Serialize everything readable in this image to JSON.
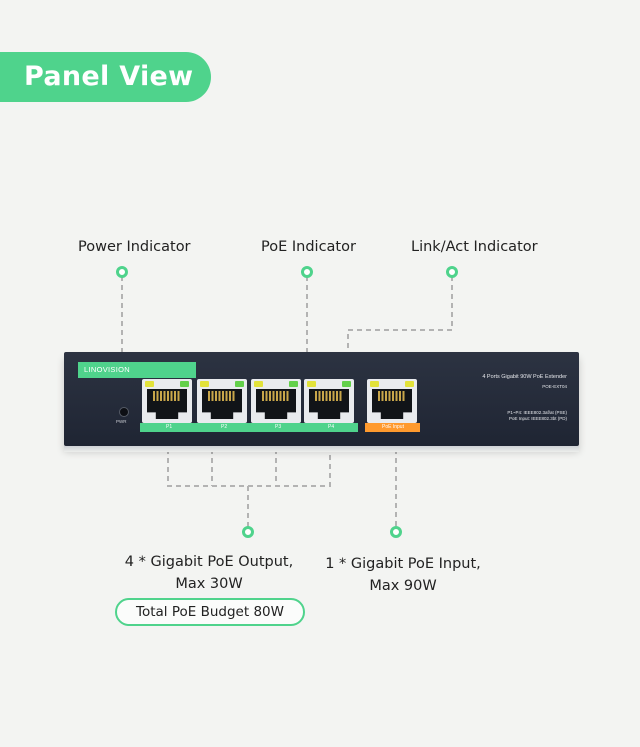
{
  "banner": {
    "title": "Panel View"
  },
  "labels": {
    "power_indicator": "Power Indicator",
    "poe_indicator": "PoE Indicator",
    "link_indicator": "Link/Act Indicator",
    "output_line1": "4 * Gigabit PoE Output,",
    "output_line2": "Max 30W",
    "input_line1": "1 * Gigabit PoE Input,",
    "input_line2": "Max 90W",
    "budget": "Total PoE Budget 80W"
  },
  "device": {
    "brand": "LINOVISION",
    "model_line1": "4 Ports Gigabit 90W PoE Extender",
    "model_line2": "POE-EXT04",
    "pwr": "PWR",
    "std_line1": "P1~P4: IEEE802.3af/at (PSE)",
    "std_line2": "PoE Input: IEEE802.3bt (PD)",
    "port_labels": [
      "P1",
      "P2",
      "P3",
      "P4"
    ],
    "input_label": "PoE Input"
  },
  "colors": {
    "accent": "#4fd38c",
    "device_body": "#262c3a",
    "input_strip": "#ff9a2e",
    "callout_line": "#b3b3b3"
  }
}
